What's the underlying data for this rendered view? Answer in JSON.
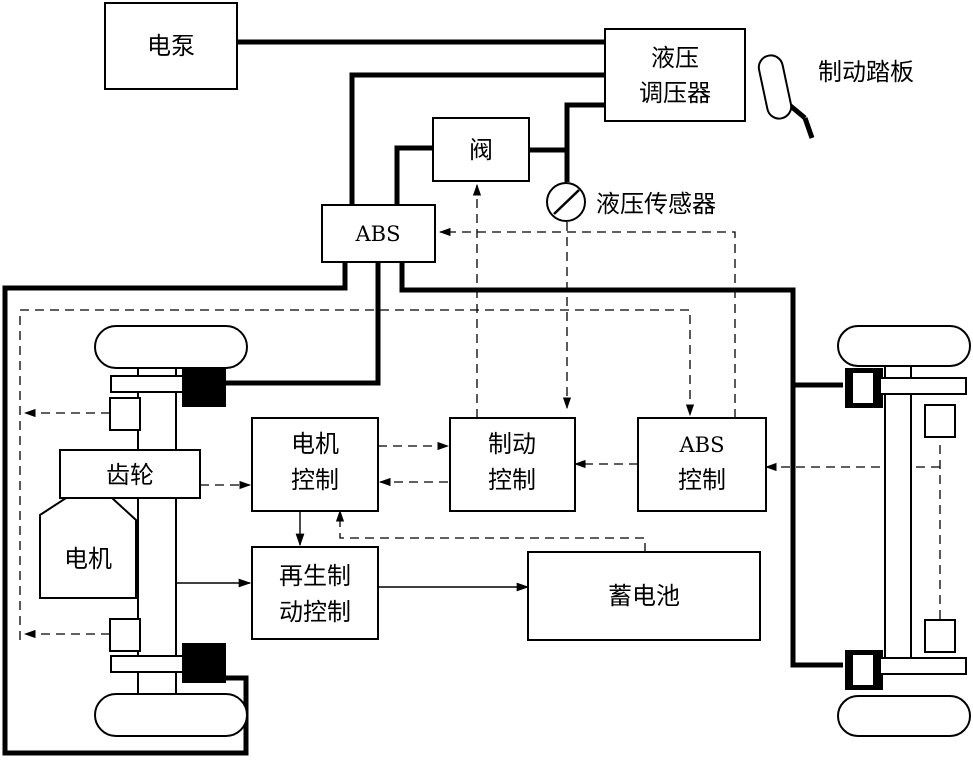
{
  "labels": {
    "pump": "电泵",
    "regulator_line1": "液压",
    "regulator_line2": "调压器",
    "brake_pedal": "制动踏板",
    "valve": "阀",
    "pressure_sensor": "液压传感器",
    "abs": "ABS",
    "motor_ctrl_line1": "电机",
    "motor_ctrl_line2": "控制",
    "brake_ctrl_line1": "制动",
    "brake_ctrl_line2": "控制",
    "abs_ctrl_line1": "ABS",
    "abs_ctrl_line2": "控制",
    "gear": "齿轮",
    "motor": "电机",
    "regen_line1": "再生制",
    "regen_line2": "动控制",
    "battery": "蓄电池"
  }
}
